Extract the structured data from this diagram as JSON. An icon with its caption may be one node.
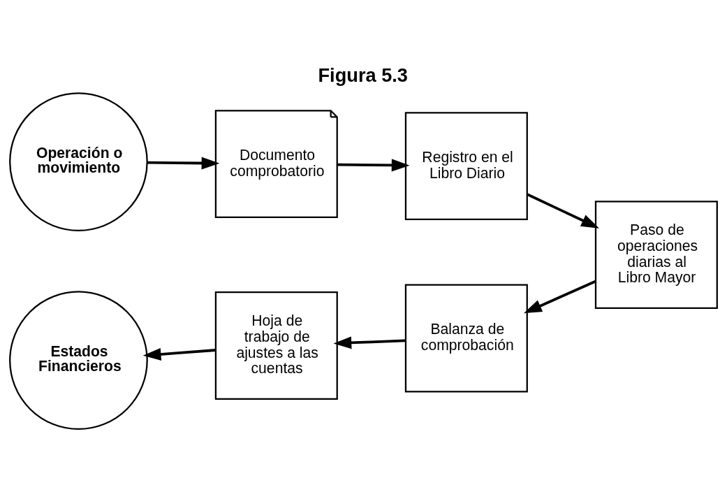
{
  "diagram": {
    "title": "Figura 5.3",
    "nodes": [
      {
        "text": [
          "Operación o movimiento"
        ]
      },
      {
        "text": [
          "Documento comprobatorio"
        ]
      },
      {
        "text": [
          "Registro en el Libro Diario"
        ]
      },
      {
        "text": [
          "Paso de operaciones diarias al Libro Mayor"
        ]
      },
      {
        "text": [
          "Balanza de comprobación"
        ]
      },
      {
        "text": [
          "Hoja de trabajo de ajustes a las cuentas"
        ]
      },
      {
        "text": [
          "Estados Financieros"
        ]
      }
    ],
    "edges": [
      {
        "from": 0,
        "to": 1,
        "arrow": "to"
      },
      {
        "from": 1,
        "to": 2,
        "arrow": "to"
      },
      {
        "from": 2,
        "to": 3,
        "arrow": "to"
      },
      {
        "from": 3,
        "to": 4,
        "arrow": "to"
      },
      {
        "from": 4,
        "to": 5,
        "arrow": "to"
      },
      {
        "from": 5,
        "to": 6,
        "arrow": "to"
      }
    ]
  }
}
